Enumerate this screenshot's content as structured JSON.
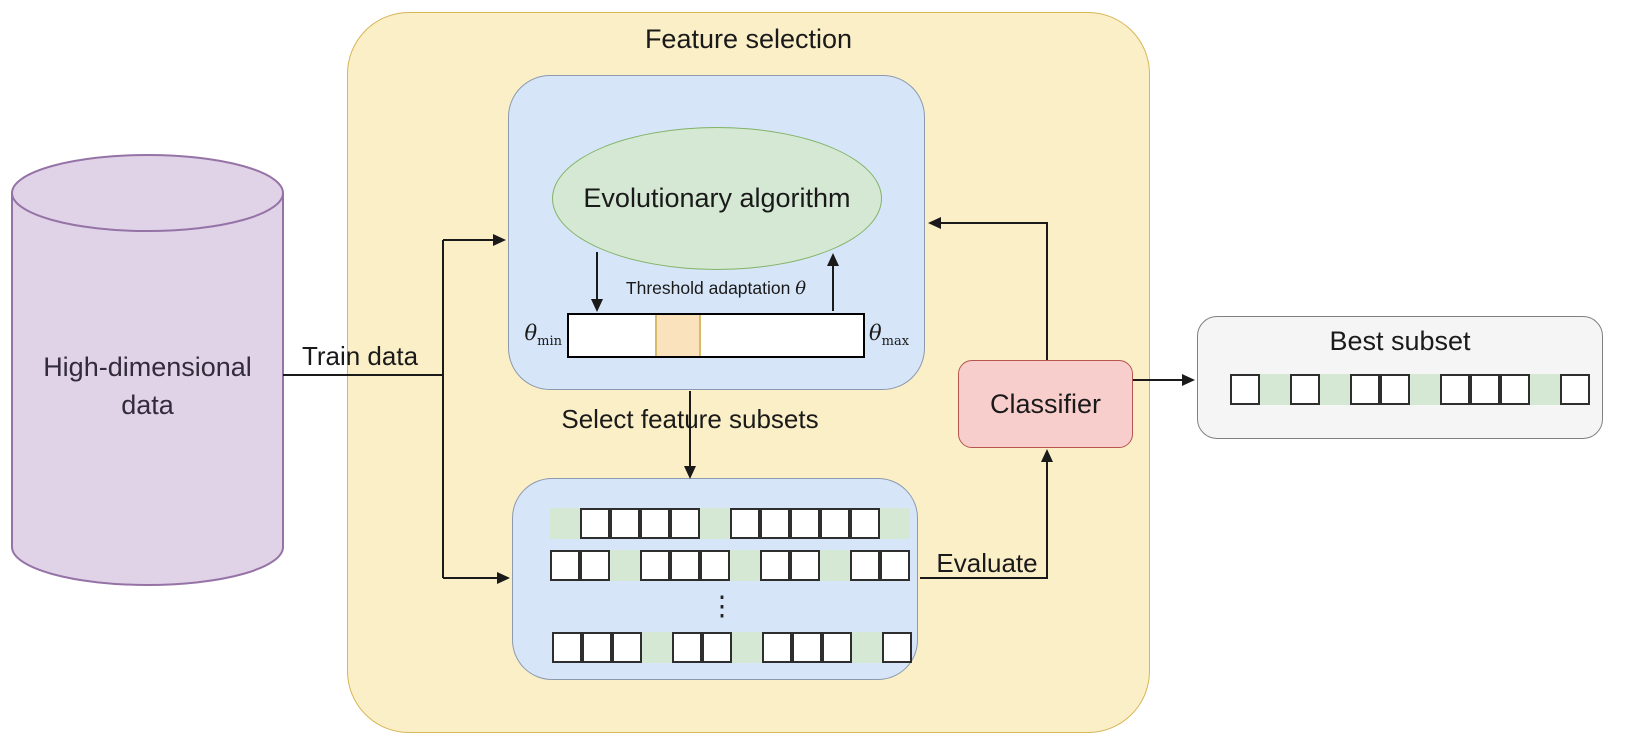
{
  "container": {
    "title": "Feature selection"
  },
  "source_db": {
    "line1": "High-dimensional",
    "line2": "data"
  },
  "ea": {
    "ellipse_label": "Evolutionary algorithm",
    "threshold_text": "Threshold adaptation",
    "theta": "θ",
    "theta_min_sub": "min",
    "theta_max_sub": "max"
  },
  "edges": {
    "train_data": "Train data",
    "select_subsets": "Select feature subsets",
    "evaluate": "Evaluate"
  },
  "classifier": {
    "label": "Classifier"
  },
  "population": {
    "rows": [
      [
        1,
        0,
        0,
        0,
        0,
        1,
        0,
        0,
        0,
        0,
        0,
        1
      ],
      [
        0,
        0,
        1,
        0,
        0,
        0,
        1,
        0,
        0,
        1,
        0,
        0
      ],
      [
        0,
        0,
        0,
        1,
        0,
        0,
        1,
        0,
        0,
        0,
        1,
        0
      ]
    ],
    "ellipsis": "⋮"
  },
  "best_subset": {
    "title": "Best subset",
    "cells": [
      0,
      1,
      0,
      1,
      0,
      0,
      1,
      0,
      0,
      0,
      1,
      0
    ]
  },
  "colors": {
    "container_fill": "#FBEFC7",
    "container_stroke": "#D6B656",
    "blue_box_fill": "#D6E5F8",
    "blue_box_stroke": "#8C99AF",
    "ellipse_fill": "#D5E8D4",
    "ellipse_stroke": "#82B366",
    "cylinder_fill": "#E0D3E8",
    "cylinder_stroke": "#9673A6",
    "classifier_fill": "#F8CECC",
    "classifier_stroke": "#B85450",
    "best_box_fill": "#F5F5F5",
    "best_box_stroke": "#808080",
    "cell_selected": "#D5E8D4",
    "cell_unselected": "#FFFFFF",
    "threshold_segment_fill": "#FAE3BC",
    "threshold_segment_stroke": "#D8BB6A",
    "arrow": "#1A1A1A"
  }
}
